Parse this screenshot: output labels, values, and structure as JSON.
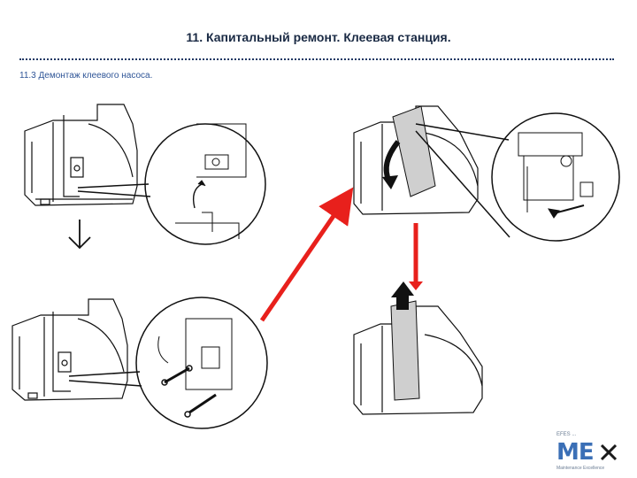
{
  "header": {
    "title": "11. Капитальный ремонт. Клеевая станция.",
    "subtitle": "11.3 Демонтаж клеевого насоса."
  },
  "logo": {
    "text_top": "EFES ...",
    "text_main": "ME",
    "text_bottom": "Maintenance Excellence"
  },
  "colors": {
    "title": "#1a2a44",
    "dotted_rule": "#1f3864",
    "subtitle": "#2f5597",
    "arrow_red": "#e8201c",
    "line_art": "#111111",
    "logo_blue": "#3b6fb6"
  },
  "icons": [
    "down-arrow-icon",
    "red-diagonal-arrow-icon",
    "red-double-arrow-icon",
    "wrench-icon",
    "screwdriver-icon"
  ]
}
